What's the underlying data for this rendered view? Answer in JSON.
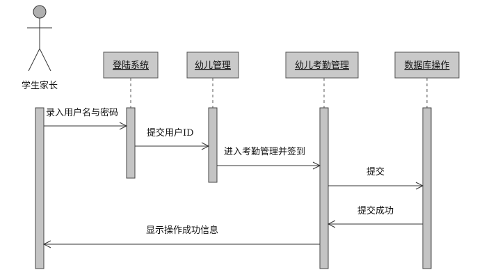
{
  "actor": {
    "label": "学生家长"
  },
  "objects": [
    {
      "label": "登陆系统"
    },
    {
      "label": "幼儿管理"
    },
    {
      "label": "幼儿考勤管理"
    },
    {
      "label": "数据库操作"
    }
  ],
  "messages": [
    {
      "label": "录入用户名与密码",
      "from": "actor",
      "to": "登陆系统"
    },
    {
      "label": "提交用户ID",
      "from": "登陆系统",
      "to": "幼儿管理"
    },
    {
      "label": "进入考勤管理并签到",
      "from": "幼儿管理",
      "to": "幼儿考勤管理"
    },
    {
      "label": "提交",
      "from": "幼儿考勤管理",
      "to": "数据库操作"
    },
    {
      "label": "提交成功",
      "from": "数据库操作",
      "to": "幼儿考勤管理"
    },
    {
      "label": "显示操作成功信息",
      "from": "幼儿考勤管理",
      "to": "actor"
    }
  ]
}
